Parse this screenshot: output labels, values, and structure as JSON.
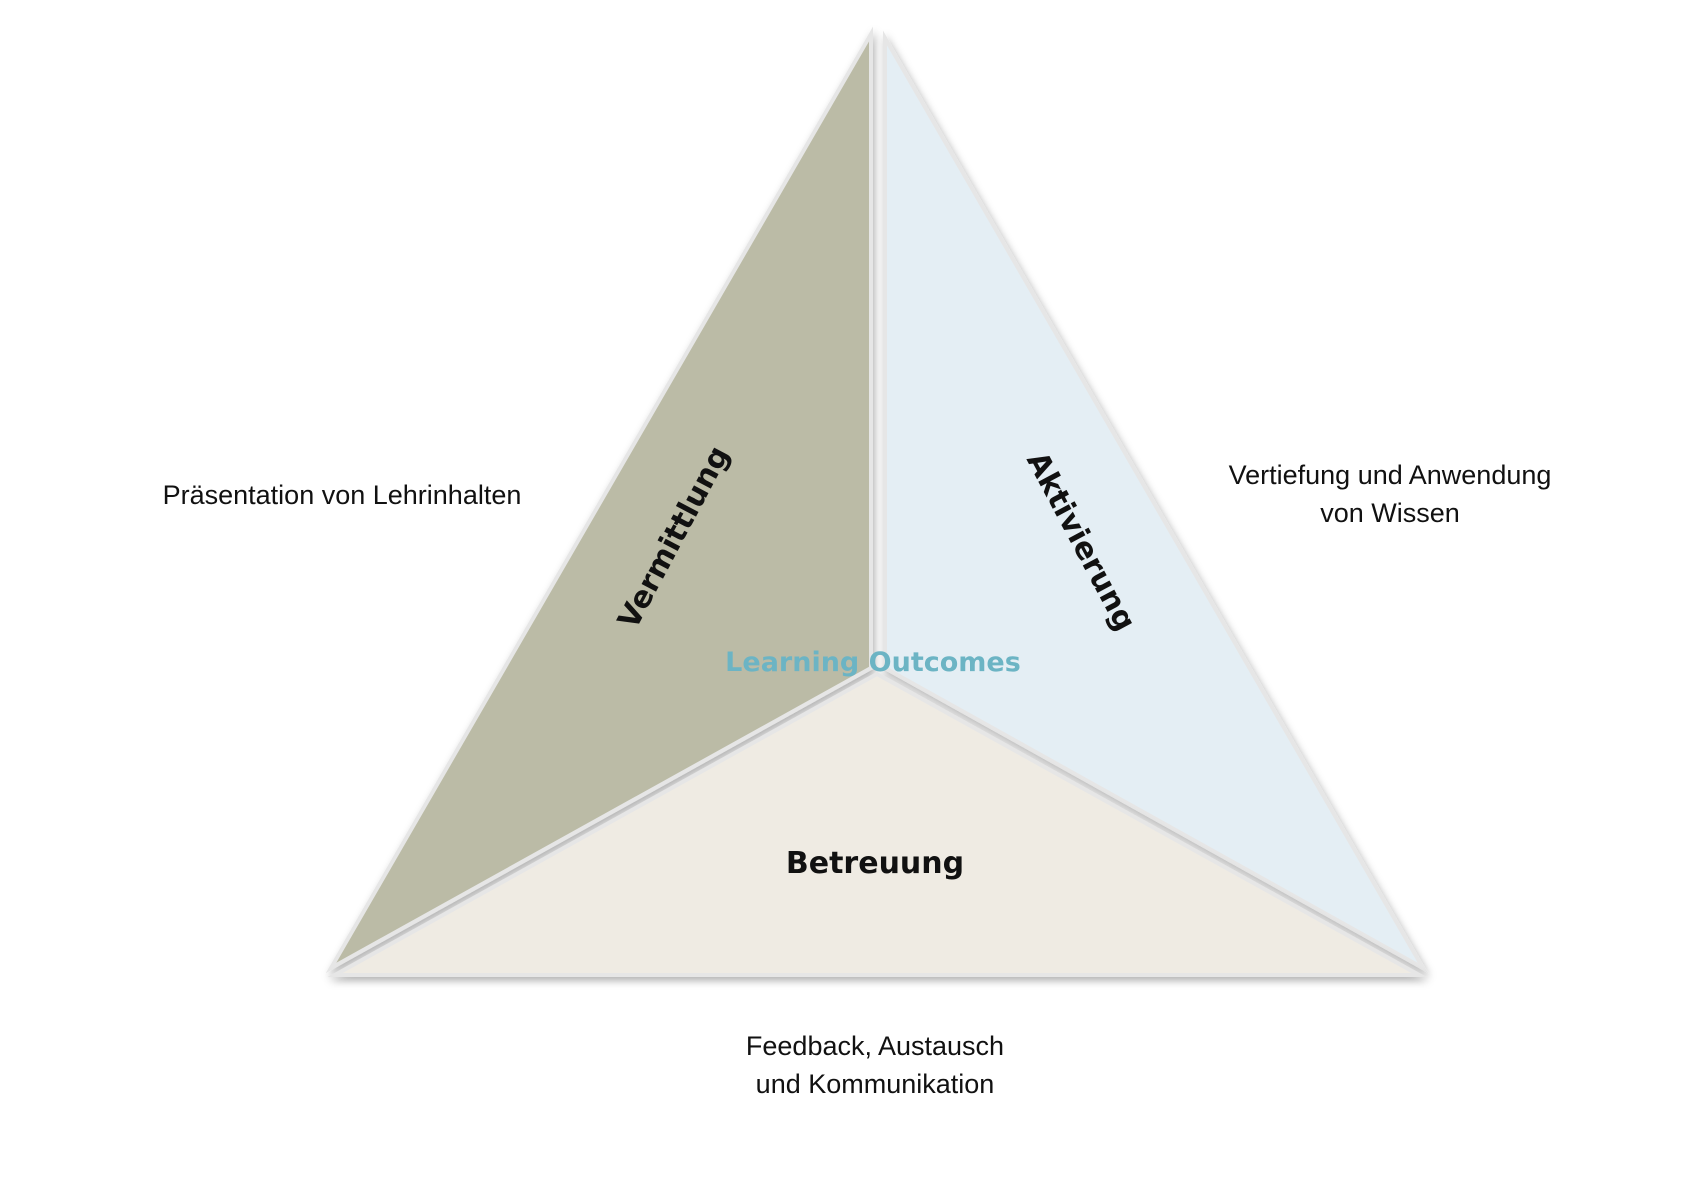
{
  "center_label": "Learning Outcomes",
  "segments": {
    "vermittlung": {
      "title": "Vermittlung",
      "description": "Präsentation von Lehrinhalten",
      "color": "#bbbba6"
    },
    "aktivierung": {
      "title": "Aktivierung",
      "description_lines": [
        "Vertiefung und Anwendung",
        "von Wissen"
      ],
      "color": "#e4eef4"
    },
    "betreuung": {
      "title": "Betreuung",
      "description_lines": [
        "Feedback, Austausch",
        "und Kommunikation"
      ],
      "color": "#efebe3"
    }
  },
  "colors": {
    "center_label": "#6cb4c4",
    "text": "#111111"
  }
}
